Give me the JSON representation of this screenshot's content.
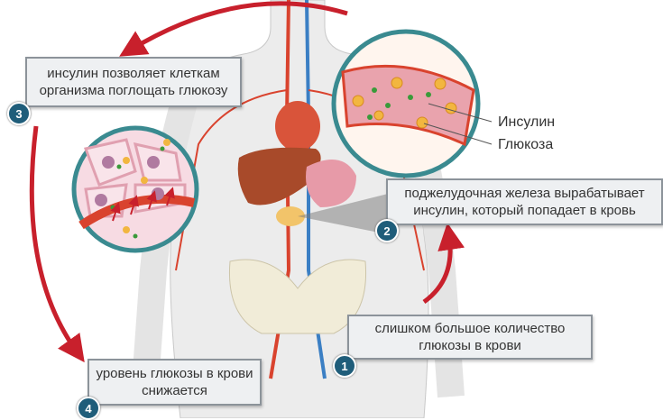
{
  "labels": {
    "insulin": "Инсулин",
    "glucose": "Глюкоза"
  },
  "steps": [
    {
      "number": "1",
      "text": "слишком большое количество глюкозы в крови"
    },
    {
      "number": "2",
      "text": "поджелудочная железа вырабатывает инсулин, который попадает в кровь"
    },
    {
      "number": "3",
      "text": "инсулин позволяет клеткам организма поглощать глюкозу"
    },
    {
      "number": "4",
      "text": "уровень глюкозы в крови снижается"
    }
  ],
  "colors": {
    "arrow": "#c8202c",
    "badge": "#1f5d7a",
    "insulin": "#3a9a3a",
    "glucose": "#f2b640"
  }
}
